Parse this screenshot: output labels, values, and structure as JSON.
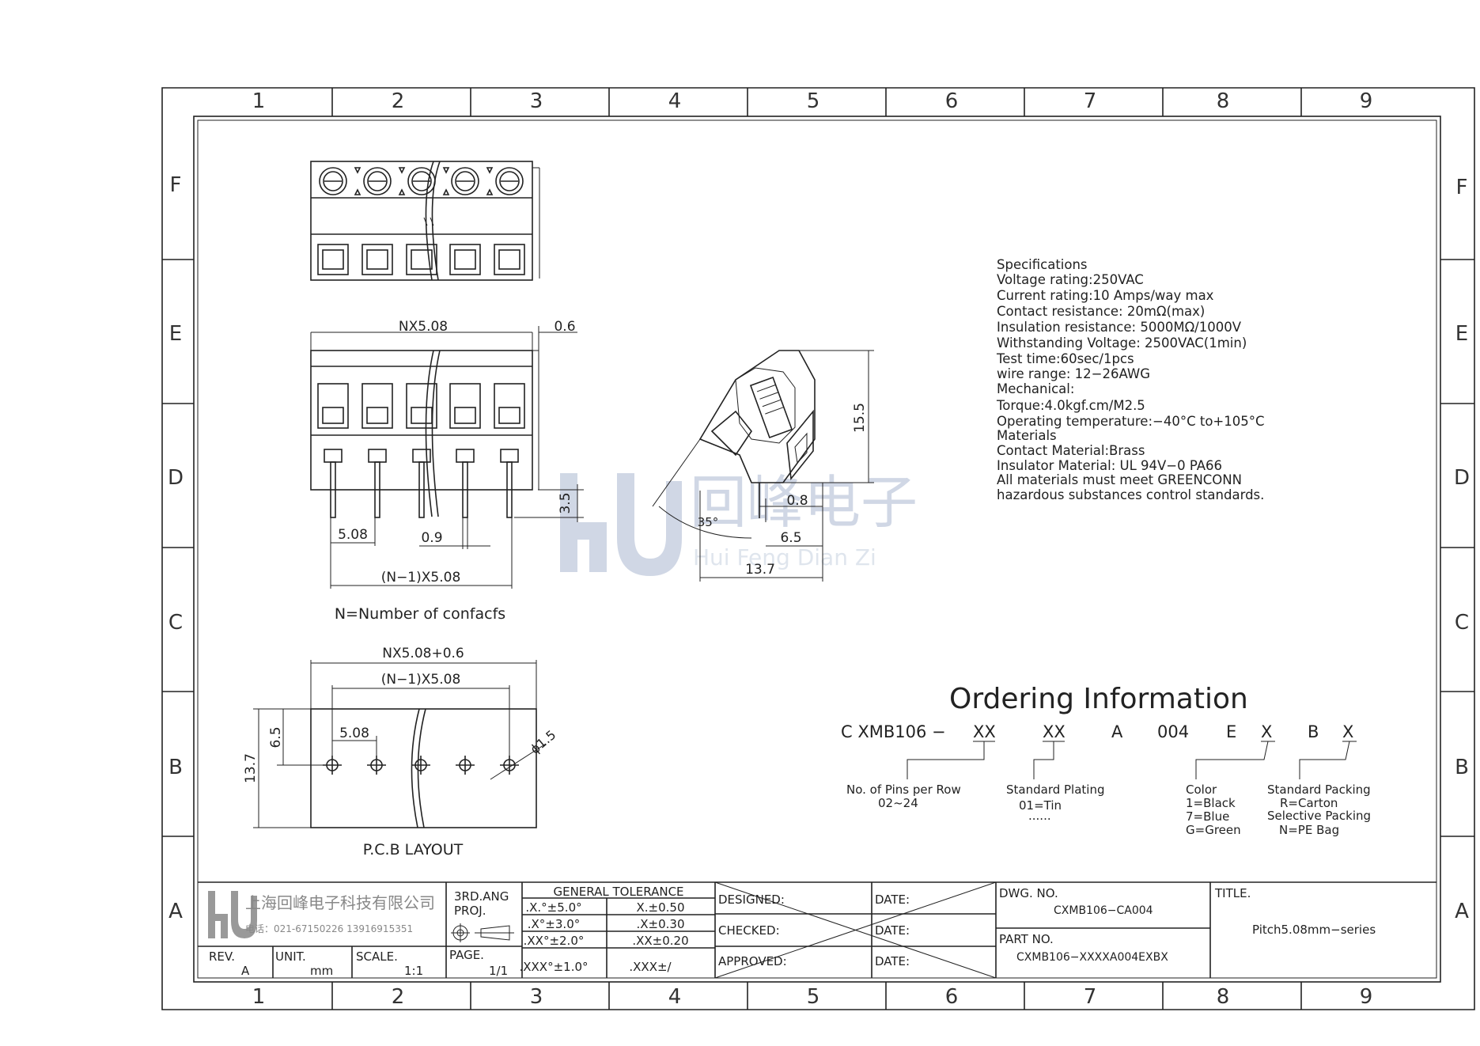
{
  "grid": {
    "columns": [
      "1",
      "2",
      "3",
      "4",
      "5",
      "6",
      "7",
      "8",
      "9"
    ],
    "rows": [
      "F",
      "E",
      "D",
      "C",
      "B",
      "A"
    ]
  },
  "top_view": {},
  "front_view": {
    "dim_width": "NX5.08",
    "dim_offset": "0.6",
    "dim_pin_height": "3.5",
    "dim_pitch": "5.08",
    "dim_pin_width": "0.9",
    "dim_span": "(N−1)X5.08",
    "note": "N=Number of confacfs"
  },
  "side_view": {
    "dim_height": "15.5",
    "dim_pin": "0.8",
    "dim_angle": "35°",
    "dim_offset": "6.5",
    "dim_depth": "13.7"
  },
  "pcb_layout": {
    "dim_total": "NX5.08+0.6",
    "dim_span": "(N−1)X5.08",
    "dim_pitch": "5.08",
    "dim_row": "6.5",
    "dim_depth": "13.7",
    "dim_hole": "ϕ1.5",
    "caption": "P.C.B LAYOUT"
  },
  "watermark": {
    "cn": "回峰电子",
    "pinyin": "Hui Feng Dian Zi"
  },
  "specifications": {
    "lines": [
      "Specifications",
      "Voltage rating:250VAC",
      "Current rating:10 Amps/way max",
      "Contact resistance: 20mΩ(max)",
      "Insulation resistance: 5000MΩ/1000V",
      "Withstanding Voltage: 2500VAC(1min)",
      "Test time:60sec/1pcs",
      "wire range: 12−26AWG",
      "Mechanical:",
      "Torque:4.0kgf.cm/M2.5",
      "Operating temperature:−40°C to+105°C",
      "Materials",
      "Contact Material:Brass",
      "Insulator Material: UL 94V−0 PA66",
      "All materials must meet GREENCONN",
      "hazardous substances control standards."
    ]
  },
  "ordering": {
    "title": "Ordering Information",
    "code": {
      "prefix": "C XMB106 −",
      "pins": "XX",
      "plating": "XX",
      "a": "A",
      "num": "004",
      "e": "E",
      "color": "X",
      "b": "B",
      "packing": "X"
    },
    "pins_note": [
      "No. of Pins per Row",
      "02~24"
    ],
    "plating_note": [
      "Standard Plating",
      "01=Tin",
      "......"
    ],
    "color_note": [
      "Color",
      "1=Black",
      "7=Blue",
      "G=Green"
    ],
    "packing_note": [
      "Standard Packing",
      "R=Carton",
      "Selective Packing",
      "N=PE Bag"
    ]
  },
  "title_block": {
    "company": "上海回峰电子科技有限公司",
    "phone": "电话：021-67150226  13916915351",
    "rev_label": "REV.",
    "rev_value": "A",
    "unit_label": "UNIT.",
    "unit_value": "mm",
    "scale_label": "SCALE.",
    "scale_value": "1:1",
    "proj_label1": "3RD.ANG",
    "proj_label2": "PROJ.",
    "page_label": "PAGE.",
    "page_value": "1/1",
    "tolerance_header": "GENERAL TOLERANCE",
    "tolerances": [
      [
        ".X.°±5.0°",
        "X.±0.50"
      ],
      [
        ".X°±3.0°",
        ".X±0.30"
      ],
      [
        ".XX°±2.0°",
        ".XX±0.20"
      ],
      [
        ".XXX°±1.0°",
        ".XXX±/"
      ]
    ],
    "designed": "DESIGNED:",
    "checked": "CHECKED:",
    "approved": "APPROVED:",
    "date": "DATE:",
    "dwg_label": "DWG. NO.",
    "dwg_value": "CXMB106−CA004",
    "part_label": "PART NO.",
    "part_value": "CXMB106−XXXXA004EXBX",
    "title_label": "TITLE.",
    "title_value": "Pitch5.08mm−series"
  }
}
